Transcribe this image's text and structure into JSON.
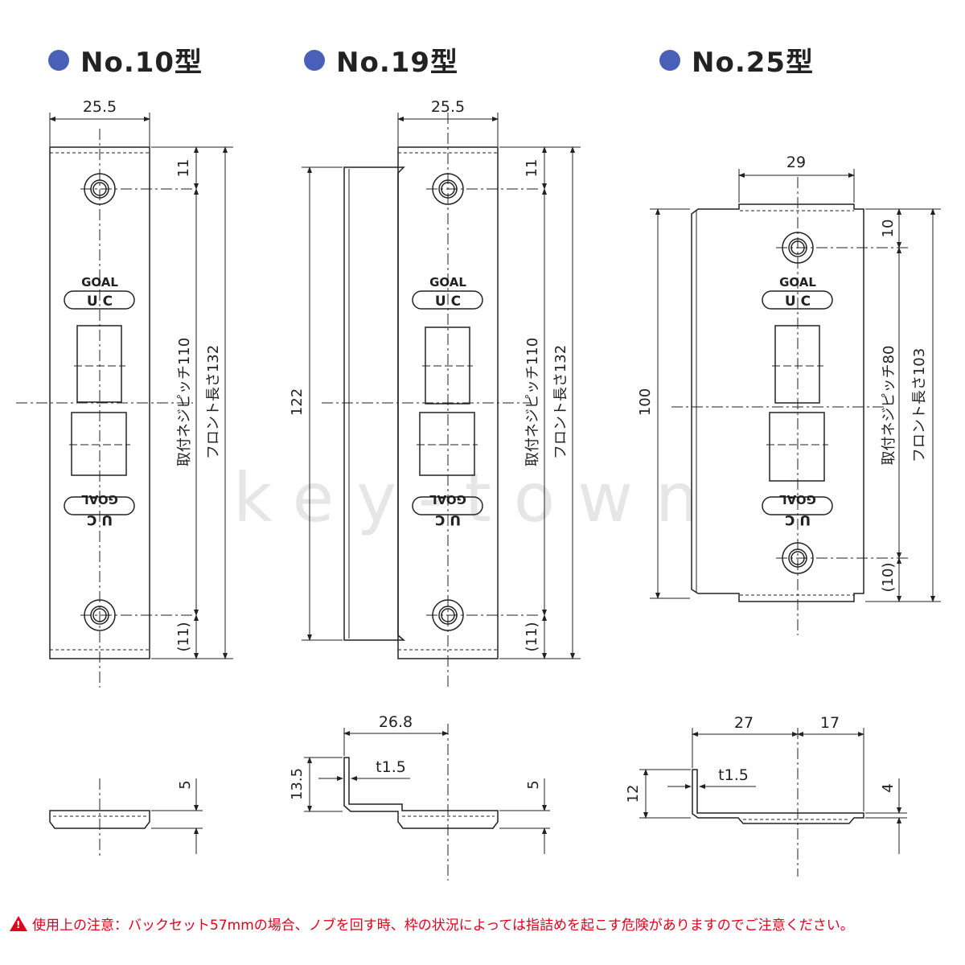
{
  "titles": {
    "no10": "No.10型",
    "no19": "No.19型",
    "no25": "No.25型"
  },
  "dims": {
    "no10_width": "25.5",
    "no10_top": "11",
    "no10_bottom": "(11)",
    "no10_pitch": "取付ネジピッチ110",
    "no10_length": "フロント長さ132",
    "no10_thickness": "5",
    "no19_width": "25.5",
    "no19_top": "11",
    "no19_bottom": "(11)",
    "no19_pitch": "取付ネジピッチ110",
    "no19_length": "フロント長さ132",
    "no19_height": "122",
    "no19_depth": "26.8",
    "no19_flange": "13.5",
    "no19_t": "t1.5",
    "no19_thickness": "5",
    "no25_width": "29",
    "no25_top": "10",
    "no25_bottom": "(10)",
    "no25_pitch": "取付ネジピッチ80",
    "no25_length": "フロント長さ103",
    "no25_height": "100",
    "no25_depth_a": "27",
    "no25_depth_b": "17",
    "no25_flange": "12",
    "no25_t": "t1.5",
    "no25_thickness": "4"
  },
  "logo": {
    "brand": "GOAL",
    "mark": "U C"
  },
  "watermark": "key-town",
  "warning": "使用上の注意：バックセット57mmの場合、ノブを回す時、枠の状況によっては指詰めを起こす危険がありますのでご注意ください。",
  "colors": {
    "title_dot": "#4a5fb8",
    "warning": "#e0001b",
    "line": "#222222"
  }
}
